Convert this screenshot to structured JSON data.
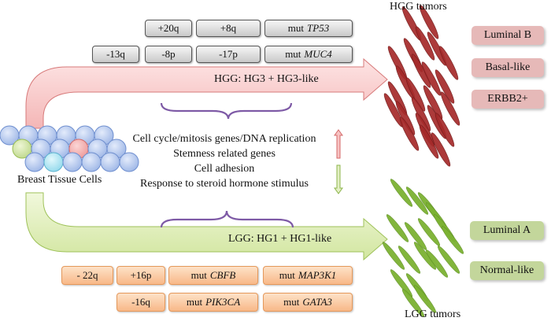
{
  "hgg": {
    "arrow_label": "HGG: HG3 + HG3-like",
    "tumor_label": "HGG tumors",
    "alterations_row1": [
      {
        "prefix": "+20q",
        "gene": ""
      },
      {
        "prefix": "+8q",
        "gene": ""
      },
      {
        "prefix": "mut",
        "gene": "TP53"
      }
    ],
    "alterations_row2": [
      {
        "prefix": "-13q",
        "gene": ""
      },
      {
        "prefix": "-8p",
        "gene": ""
      },
      {
        "prefix": "-17p",
        "gene": ""
      },
      {
        "prefix": "mut",
        "gene": "MUC4"
      }
    ],
    "subtypes": [
      "Luminal B",
      "Basal-like",
      "ERBB2+"
    ],
    "color": "#f4b8b8",
    "tumor_color": "#a52a2a"
  },
  "lgg": {
    "arrow_label": "LGG: HG1 + HG1-like",
    "tumor_label": "LGG tumors",
    "alterations_row1": [
      {
        "prefix": "- 22q",
        "gene": ""
      },
      {
        "prefix": "+16p",
        "gene": ""
      },
      {
        "prefix": "mut",
        "gene": "CBFB"
      },
      {
        "prefix": "mut",
        "gene": "MAP3K1"
      }
    ],
    "alterations_row2": [
      {
        "prefix": "-16q",
        "gene": ""
      },
      {
        "prefix": "mut",
        "gene": "PIK3CA"
      },
      {
        "prefix": "mut",
        "gene": "GATA3"
      }
    ],
    "subtypes": [
      "Luminal A",
      "Normal-like"
    ],
    "color": "#d7e8a8",
    "tumor_color": "#7cb232"
  },
  "origin": {
    "label": "Breast Tissue Cells"
  },
  "processes": {
    "up": [
      "Cell cycle/mitosis genes/DNA replication",
      "Stemness related genes"
    ],
    "down": [
      "Cell adhesion",
      "Response to steroid hormone stimulus"
    ]
  }
}
